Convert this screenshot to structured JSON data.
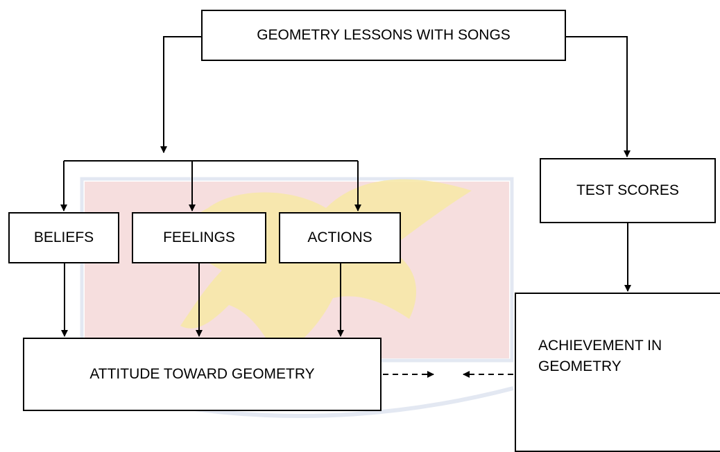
{
  "diagram": {
    "nodes": {
      "lessons": "GEOMETRY LESSONS WITH SONGS",
      "beliefs": "BELIEFS",
      "feelings": "FEELINGS",
      "actions": "ACTIONS",
      "test_scores": "TEST SCORES",
      "attitude": "ATTITUDE TOWARD GEOMETRY",
      "achievement_line1": "ACHIEVEMENT IN",
      "achievement_line2": "GEOMETRY"
    },
    "edges": [
      {
        "from": "lessons",
        "to": "beliefs",
        "style": "solid"
      },
      {
        "from": "lessons",
        "to": "feelings",
        "style": "solid"
      },
      {
        "from": "lessons",
        "to": "actions",
        "style": "solid"
      },
      {
        "from": "lessons",
        "to": "test_scores",
        "style": "solid"
      },
      {
        "from": "beliefs",
        "to": "attitude",
        "style": "solid"
      },
      {
        "from": "feelings",
        "to": "attitude",
        "style": "solid"
      },
      {
        "from": "actions",
        "to": "attitude",
        "style": "solid"
      },
      {
        "from": "test_scores",
        "to": "achievement",
        "style": "solid"
      },
      {
        "from": "attitude",
        "to": "achievement",
        "style": "dashed",
        "direction": "bidirectional"
      }
    ],
    "colors": {
      "line": "#000000",
      "watermark_band": "#f6dede",
      "watermark_eagle": "#f7e9a6",
      "watermark_outline": "#e3e8f2"
    }
  }
}
